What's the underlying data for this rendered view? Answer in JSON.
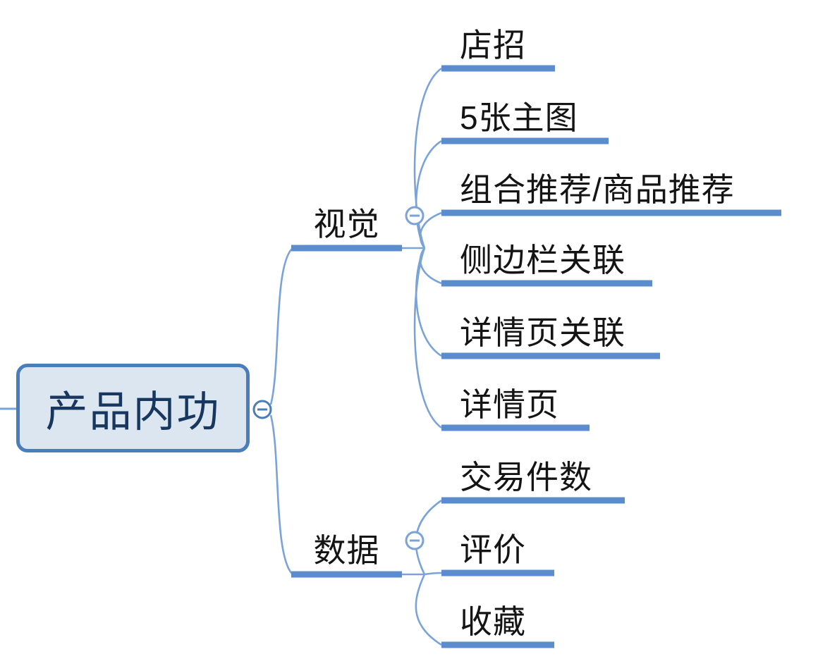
{
  "mindmap": {
    "type": "mindmap",
    "root": {
      "label": "产品内功"
    },
    "branches": [
      {
        "label": "视觉",
        "children": [
          "店招",
          "5张主图",
          "组合推荐/商品推荐",
          "侧边栏关联",
          "详情页关联",
          "详情页"
        ]
      },
      {
        "label": "数据",
        "children": [
          "交易件数",
          "评价",
          "收藏"
        ]
      }
    ],
    "colors": {
      "node_fill": "#dce6f1",
      "node_border": "#4a7ebb",
      "root_text": "#17375e",
      "branch_line": "#5b8cce",
      "curve_line": "#7aa3da",
      "label_text": "#141414",
      "toggle_fill": "#ffffff"
    },
    "toggles": {
      "state_glyph": "−"
    }
  }
}
